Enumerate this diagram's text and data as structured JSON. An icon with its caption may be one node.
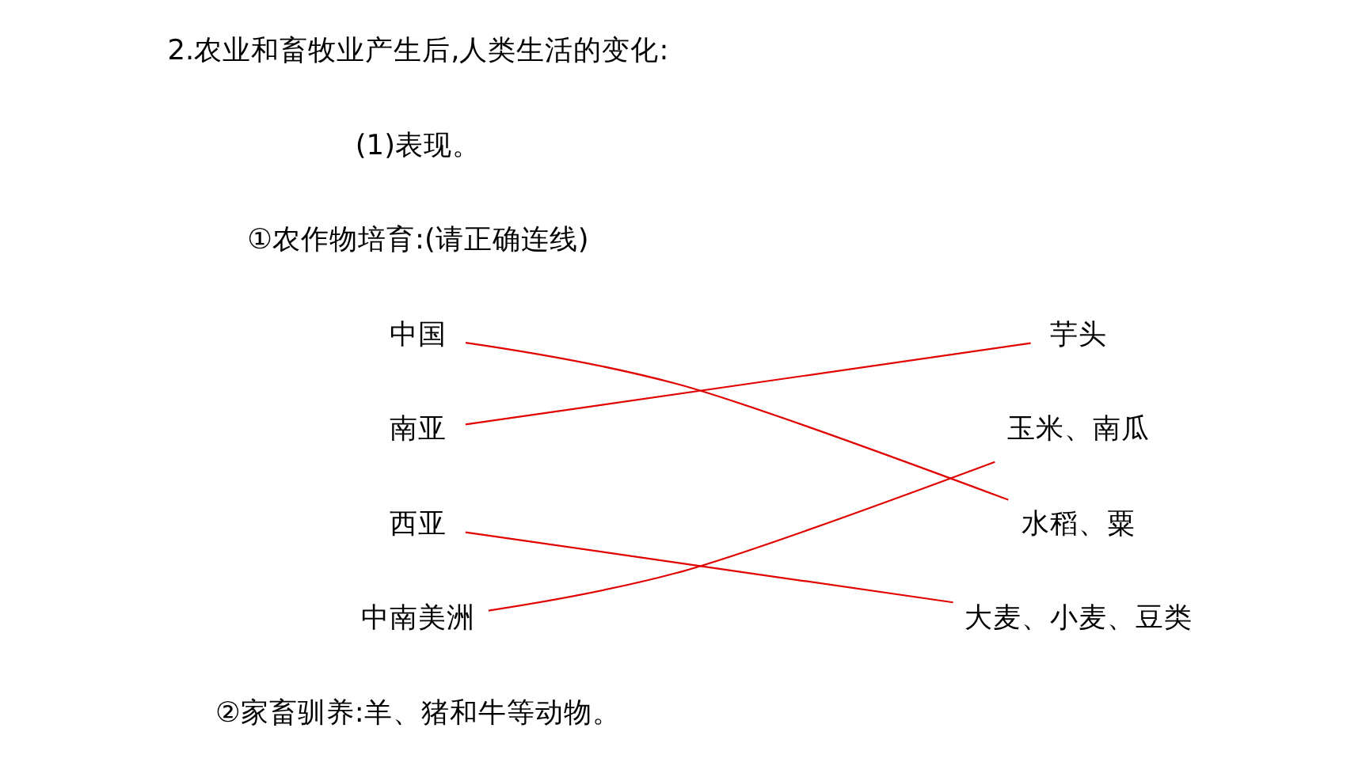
{
  "diagram": {
    "nodes": [
      {
        "text": [
          "中国"
        ]
      },
      {
        "text": [
          "南亚"
        ]
      },
      {
        "text": [
          "西亚"
        ]
      },
      {
        "text": [
          "中南美洲"
        ]
      },
      {
        "text": [
          "芋头"
        ]
      },
      {
        "text": [
          "玉米、南瓜"
        ]
      },
      {
        "text": [
          "水稻、粟"
        ]
      },
      {
        "text": [
          "大麦、小麦、豆类"
        ]
      }
    ],
    "edges": [
      {
        "from": 0,
        "to": 6,
        "arrow": "none",
        "color": "#e00000"
      },
      {
        "from": 1,
        "to": 4,
        "arrow": "none",
        "color": "#e00000"
      },
      {
        "from": 2,
        "to": 7,
        "arrow": "none",
        "color": "#e00000"
      },
      {
        "from": 3,
        "to": 5,
        "arrow": "none",
        "color": "#e00000"
      }
    ],
    "labels": [
      "2.农业和畜牧业产生后,人类生活的变化:",
      "(1)表现。",
      "①农作物培育:(请正确连线)",
      "②家畜驯养:羊、猪和牛等动物。"
    ]
  }
}
